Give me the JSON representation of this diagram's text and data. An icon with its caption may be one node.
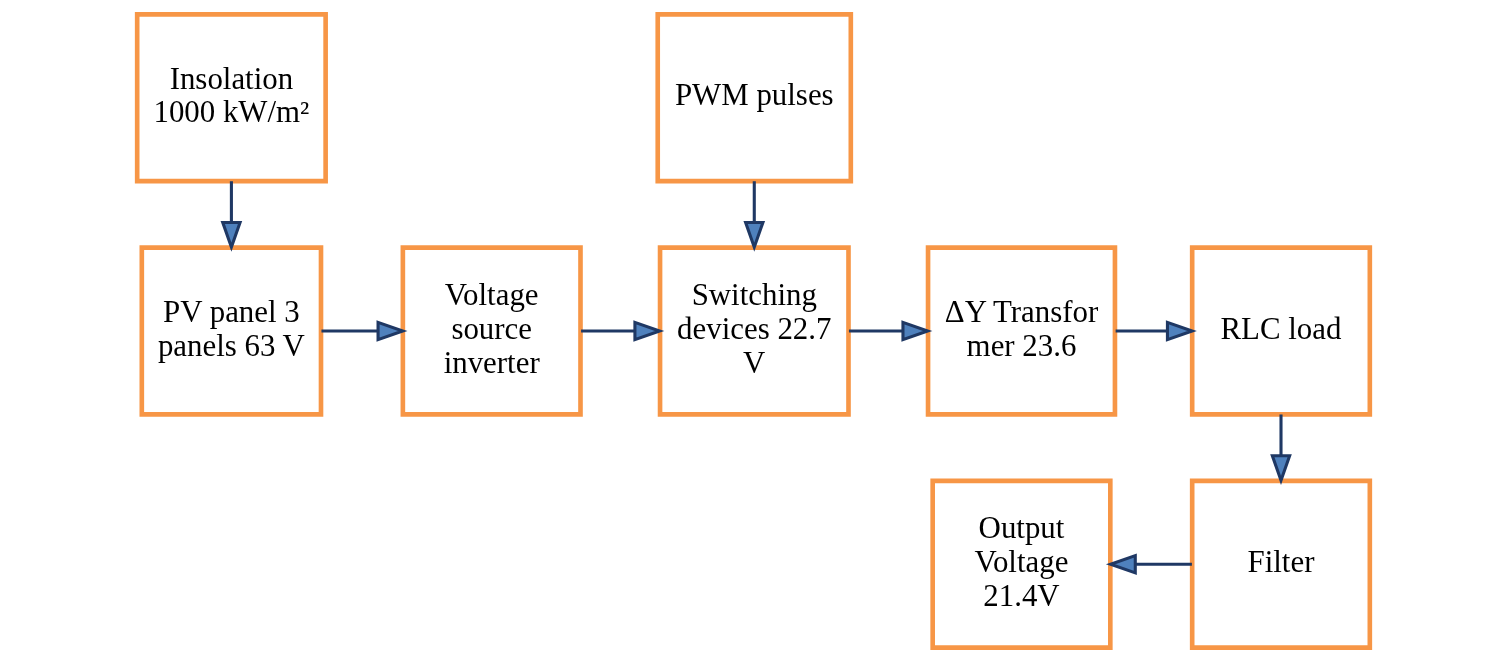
{
  "diagram": {
    "nodes": [
      {
        "text": [
          "Insolation 1000 kW/m²"
        ]
      },
      {
        "text": [
          "PV panel 3 panels 63 V"
        ]
      },
      {
        "text": [
          "Voltage source inverter"
        ]
      },
      {
        "text": [
          "Switching devices 22.7 V"
        ]
      },
      {
        "text": [
          "ΔY Transfor mer 23.6"
        ]
      },
      {
        "text": [
          "RLC load"
        ]
      },
      {
        "text": [
          "PWM pulses"
        ]
      },
      {
        "text": [
          "Filter"
        ]
      },
      {
        "text": [
          "Output Voltage 21.4V"
        ]
      }
    ],
    "edges": [
      {
        "from": 0,
        "to": 1,
        "arrow": "to"
      },
      {
        "from": 1,
        "to": 2,
        "arrow": "to"
      },
      {
        "from": 2,
        "to": 3,
        "arrow": "to"
      },
      {
        "from": 3,
        "to": 4,
        "arrow": "to"
      },
      {
        "from": 4,
        "to": 5,
        "arrow": "to"
      },
      {
        "from": 6,
        "to": 3,
        "arrow": "to"
      },
      {
        "from": 5,
        "to": 7,
        "arrow": "to"
      },
      {
        "from": 7,
        "to": 8,
        "arrow": "to"
      }
    ]
  }
}
